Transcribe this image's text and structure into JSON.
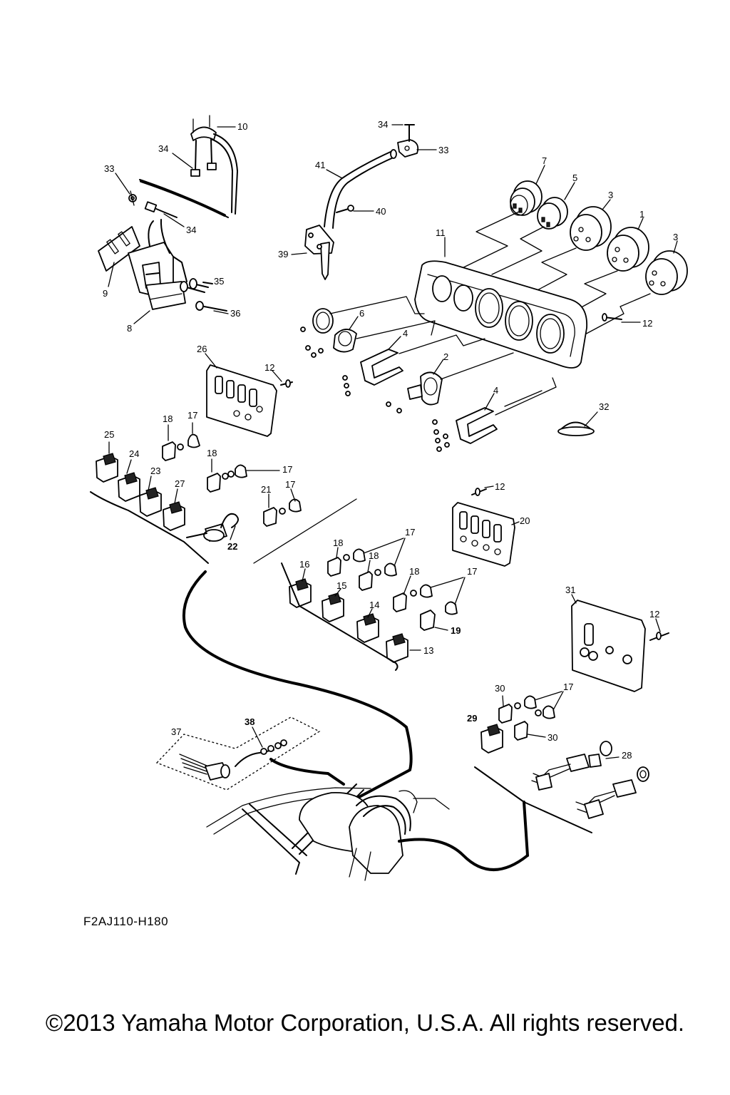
{
  "diagram": {
    "code": "F2AJ110-H180",
    "copyright": "©2013 Yamaha Motor Corporation, U.S.A. All rights reserved.",
    "callouts": [
      {
        "id": "c10",
        "text": "10"
      },
      {
        "id": "c34a",
        "text": "34"
      },
      {
        "id": "c33a",
        "text": "33"
      },
      {
        "id": "c34b",
        "text": "34"
      },
      {
        "id": "c9",
        "text": "9"
      },
      {
        "id": "c35",
        "text": "35"
      },
      {
        "id": "c36",
        "text": "36"
      },
      {
        "id": "c8",
        "text": "8"
      },
      {
        "id": "c34c",
        "text": "34"
      },
      {
        "id": "c33b",
        "text": "33"
      },
      {
        "id": "c41",
        "text": "41"
      },
      {
        "id": "c40",
        "text": "40"
      },
      {
        "id": "c39",
        "text": "39"
      },
      {
        "id": "c7",
        "text": "7"
      },
      {
        "id": "c5",
        "text": "5"
      },
      {
        "id": "c3a",
        "text": "3"
      },
      {
        "id": "c1",
        "text": "1"
      },
      {
        "id": "c3b",
        "text": "3"
      },
      {
        "id": "c11",
        "text": "11"
      },
      {
        "id": "c6",
        "text": "6"
      },
      {
        "id": "c4a",
        "text": "4"
      },
      {
        "id": "c12a",
        "text": "12"
      },
      {
        "id": "c2",
        "text": "2"
      },
      {
        "id": "c4b",
        "text": "4"
      },
      {
        "id": "c32",
        "text": "32"
      },
      {
        "id": "c26",
        "text": "26"
      },
      {
        "id": "c12b",
        "text": "12"
      },
      {
        "id": "c18a",
        "text": "18"
      },
      {
        "id": "c17a",
        "text": "17"
      },
      {
        "id": "c25",
        "text": "25"
      },
      {
        "id": "c24",
        "text": "24"
      },
      {
        "id": "c18b",
        "text": "18"
      },
      {
        "id": "c17b",
        "text": "17"
      },
      {
        "id": "c23",
        "text": "23"
      },
      {
        "id": "c27",
        "text": "27"
      },
      {
        "id": "c21",
        "text": "21"
      },
      {
        "id": "c17c",
        "text": "17"
      },
      {
        "id": "c22",
        "text": "22"
      },
      {
        "id": "c12c",
        "text": "12"
      },
      {
        "id": "c20",
        "text": "20"
      },
      {
        "id": "c17d",
        "text": "17"
      },
      {
        "id": "c18c",
        "text": "18"
      },
      {
        "id": "c18d",
        "text": "18"
      },
      {
        "id": "c16",
        "text": "16"
      },
      {
        "id": "c15",
        "text": "15"
      },
      {
        "id": "c18e",
        "text": "18"
      },
      {
        "id": "c17e",
        "text": "17"
      },
      {
        "id": "c14",
        "text": "14"
      },
      {
        "id": "c19",
        "text": "19"
      },
      {
        "id": "c13",
        "text": "13"
      },
      {
        "id": "c31",
        "text": "31"
      },
      {
        "id": "c12d",
        "text": "12"
      },
      {
        "id": "c30a",
        "text": "30"
      },
      {
        "id": "c17f",
        "text": "17"
      },
      {
        "id": "c29",
        "text": "29"
      },
      {
        "id": "c30b",
        "text": "30"
      },
      {
        "id": "c38",
        "text": "38"
      },
      {
        "id": "c37",
        "text": "37"
      },
      {
        "id": "c28",
        "text": "28"
      }
    ]
  }
}
